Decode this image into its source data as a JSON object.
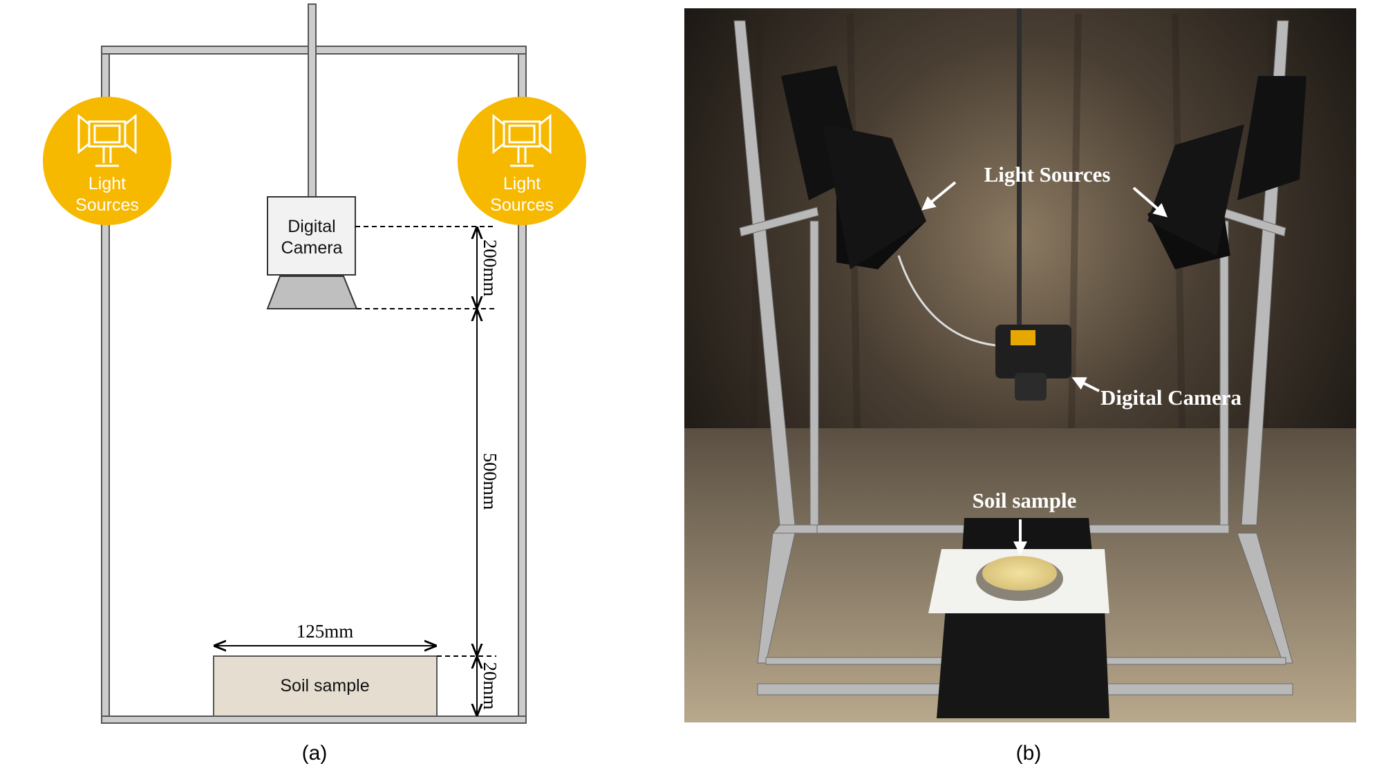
{
  "panel_a": {
    "caption": "(a)",
    "light_left": {
      "line1": "Light",
      "line2": "Sources",
      "icon": "studio-light-icon"
    },
    "light_right": {
      "line1": "Light",
      "line2": "Sources",
      "icon": "studio-light-icon"
    },
    "camera": {
      "line1": "Digital",
      "line2": "Camera"
    },
    "soil": {
      "label": "Soil sample"
    },
    "dimensions": {
      "camera": "200mm",
      "distance": "500mm",
      "sample_height": "20mm",
      "sample_width": "125mm"
    }
  },
  "panel_b": {
    "caption": "(b)",
    "labels": {
      "light": "Light Sources",
      "camera": "Digital Camera",
      "soil": "Soil sample"
    }
  },
  "colors": {
    "light_circle": "#f7b800",
    "frame": "#cccccc",
    "soil": "#e5ddd0",
    "lens": "#bfbfbf"
  }
}
